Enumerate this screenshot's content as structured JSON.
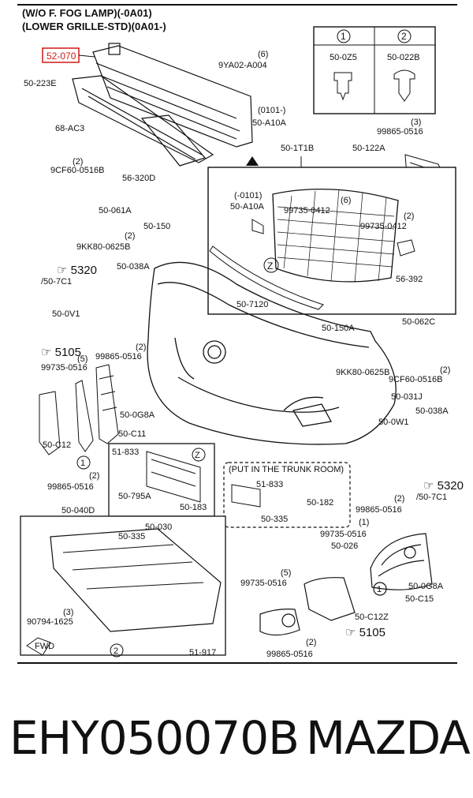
{
  "header": {
    "line1": "(W/O F. FOG LAMP)(-0A01)",
    "line2": "(LOWER GRILLE-STD)(0A01-)"
  },
  "highlight_part": "52-070",
  "legend": {
    "col1_num": "1",
    "col1_part": "50-0Z5",
    "col2_num": "2",
    "col2_part": "50-022B"
  },
  "parts": [
    "50-223E",
    "68-AC3",
    "(6)",
    "9YA02-A004",
    "(0101-)",
    "50-A10A",
    "(3)",
    "99865-0516",
    "50-122A",
    "50-1T1B",
    "(2)",
    "9CF60-0516B",
    "56-320D",
    "(-0101)",
    "50-A10A",
    "(6)",
    "99735-0412",
    "50-061A",
    "(2)",
    "99735-0412",
    "50-150",
    "(2)",
    "9KK80-0625B",
    "56-392",
    "5320",
    "/50-7C1",
    "50-038A",
    "50-7120",
    "50-0V1",
    "50-150A",
    "50-062C",
    "5105",
    "(5)",
    "99735-0516",
    "(2)",
    "99865-0516",
    "9KK80-0625B",
    "(2)",
    "9CF60-0516B",
    "50-031J",
    "50-0G8A",
    "50-038A",
    "50-0W1",
    "50-C12",
    "50-C11",
    "(2)",
    "99865-0516",
    "51-833",
    "50-795A",
    "50-183",
    "(PUT IN THE TRUNK ROOM)",
    "51-833",
    "50-182",
    "50-335",
    "5320",
    "/50-7C1",
    "50-040D",
    "50-030",
    "(2)",
    "99865-0516",
    "(1)",
    "99735-0516",
    "50-026",
    "50-335",
    "(5)",
    "99735-0516",
    "50-0G8A",
    "50-C15",
    "(3)",
    "90794-1625",
    "50-C12Z",
    "5105",
    "51-917",
    "(2)",
    "99865-0516",
    "FWD"
  ],
  "markers": {
    "z": "Z",
    "one": "1",
    "two": "2"
  },
  "footer": {
    "code": "EHY050070B",
    "brand": "MAZDA"
  },
  "colors": {
    "highlight": "#d01818",
    "ink": "#111111"
  }
}
